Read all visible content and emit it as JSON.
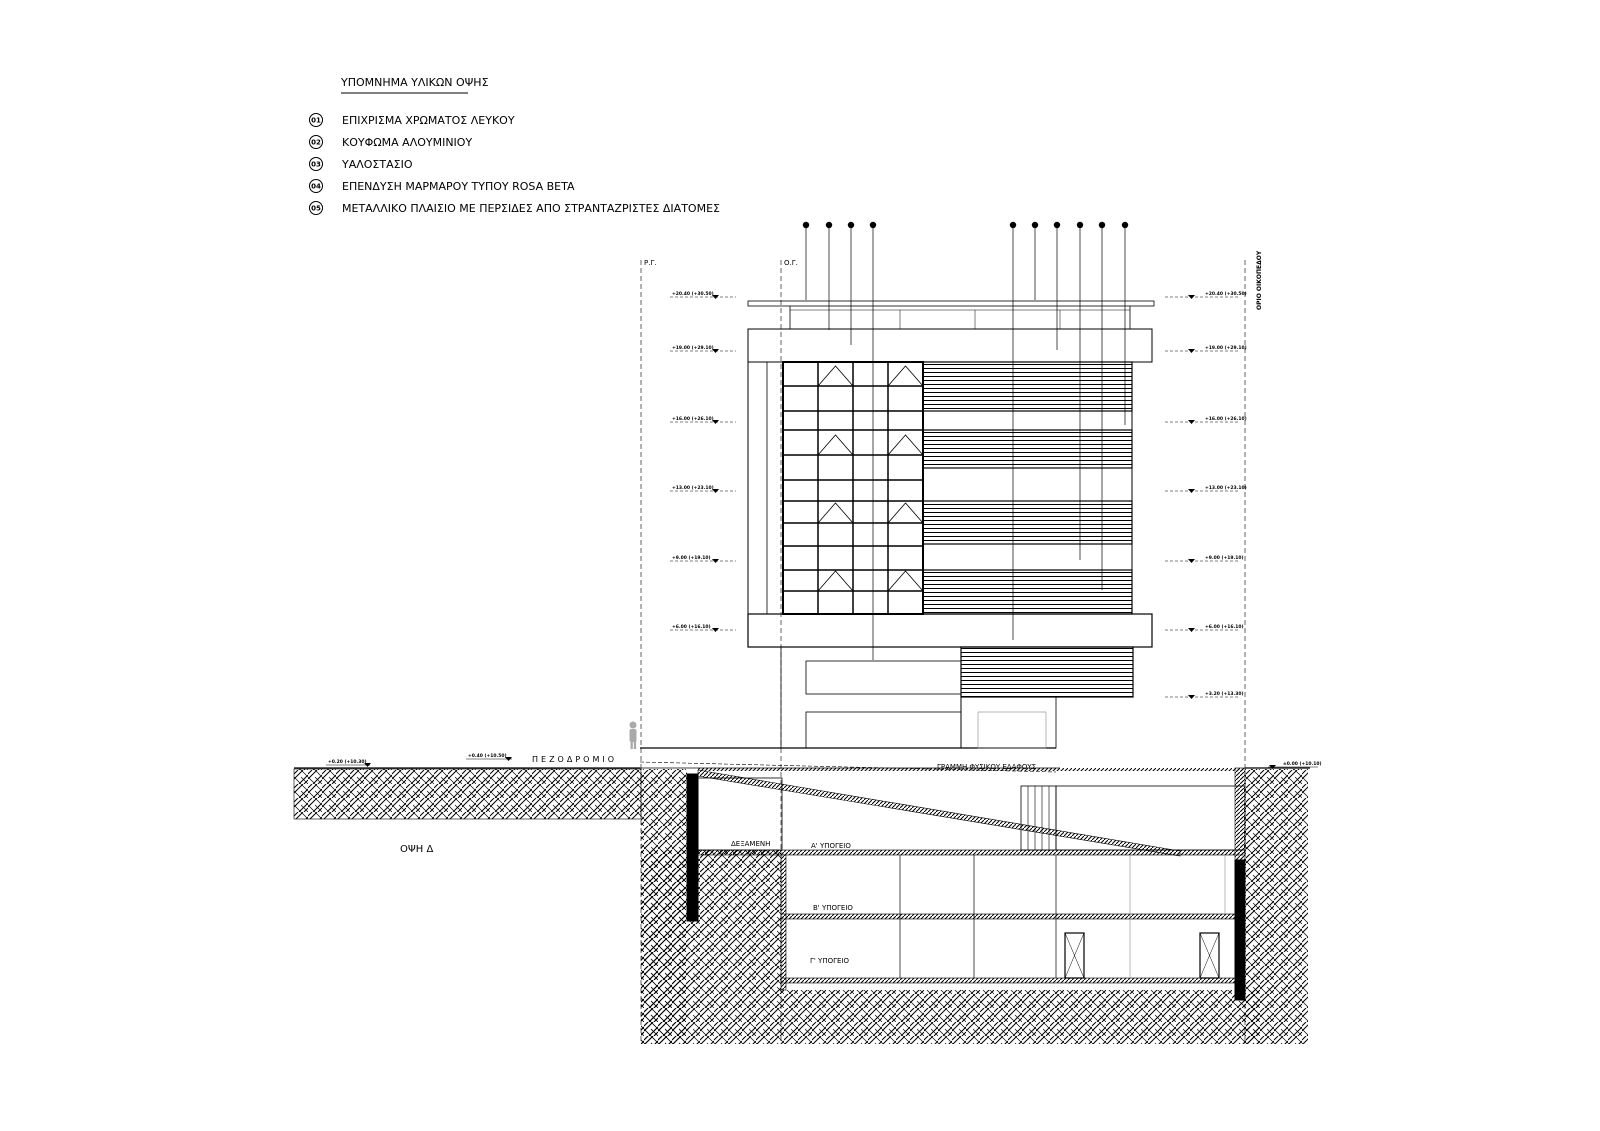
{
  "legend": {
    "title": "ΥΠΟΜΝΗΜΑ ΥΛΙΚΩΝ ΟΨΗΣ",
    "items": [
      {
        "num": "01",
        "text": "ΕΠΙΧΡΙΣΜΑ ΧΡΩΜΑΤΟΣ ΛΕΥΚΟΥ"
      },
      {
        "num": "02",
        "text": "ΚΟΥΦΩΜΑ ΑΛΟΥΜΙΝΙΟΥ"
      },
      {
        "num": "03",
        "text": "ΥΑΛΟΣΤΑΣΙΟ"
      },
      {
        "num": "04",
        "text": "ΕΠΕΝΔΥΣΗ ΜΑΡΜΑΡΟΥ ΤΥΠΟΥ ROSA BETA"
      },
      {
        "num": "05",
        "text": "ΜΕΤΑΛΛΙΚΟ ΠΛΑΙΣΙΟ ΜΕ ΠΕΡΣΙΔΕΣ ΑΠΟ ΣΤΡΑΝΤΑΖΡΙΣΤΕΣ ΔΙΑΤΟΜΕΣ"
      }
    ]
  },
  "lines": {
    "rg": "Ρ.Γ.",
    "og": "Ο.Γ.",
    "plot_limit": "ΟΡΙΟ ΟΙΚΟΠΕΔΟΥ",
    "natural_ground": "ΓΡΑΜΜΗ ΦΥΣΙΚΟΥ ΕΔΑΦΟΥΣ",
    "sidewalk": "ΠΕΖΟΔΡΟΜΙΟ"
  },
  "rooms": {
    "tank": "ΔΕΞΑΜΕΝΗ",
    "basement_a": "Α' ΥΠΟΓΕΙΟ",
    "basement_b": "Β' ΥΠΟΓΕΙΟ",
    "basement_c": "Γ' ΥΠΟΓΕΙΟ"
  },
  "view_label": "ΟΨΗ Δ",
  "levels": {
    "left": [
      "+20.40 (+30.50)",
      "+19.00 (+29.10)",
      "+16.00 (+26.10)",
      "+13.00 (+23.10)",
      "+9.00 (+19.10)",
      "+6.00 (+16.10)"
    ],
    "right": [
      "+20.40 (+30.50)",
      "+19.00 (+29.10)",
      "+16.00 (+26.10)",
      "+13.00 (+23.10)",
      "+9.00 (+19.10)",
      "+6.00 (+16.10)",
      "+3.20 (+13.30)"
    ],
    "ground_left": "+0.20 (+10.30)",
    "sidewalk_left": "+0.40 (+10.50)",
    "ground_right": "±0.00 (+10.10)"
  }
}
